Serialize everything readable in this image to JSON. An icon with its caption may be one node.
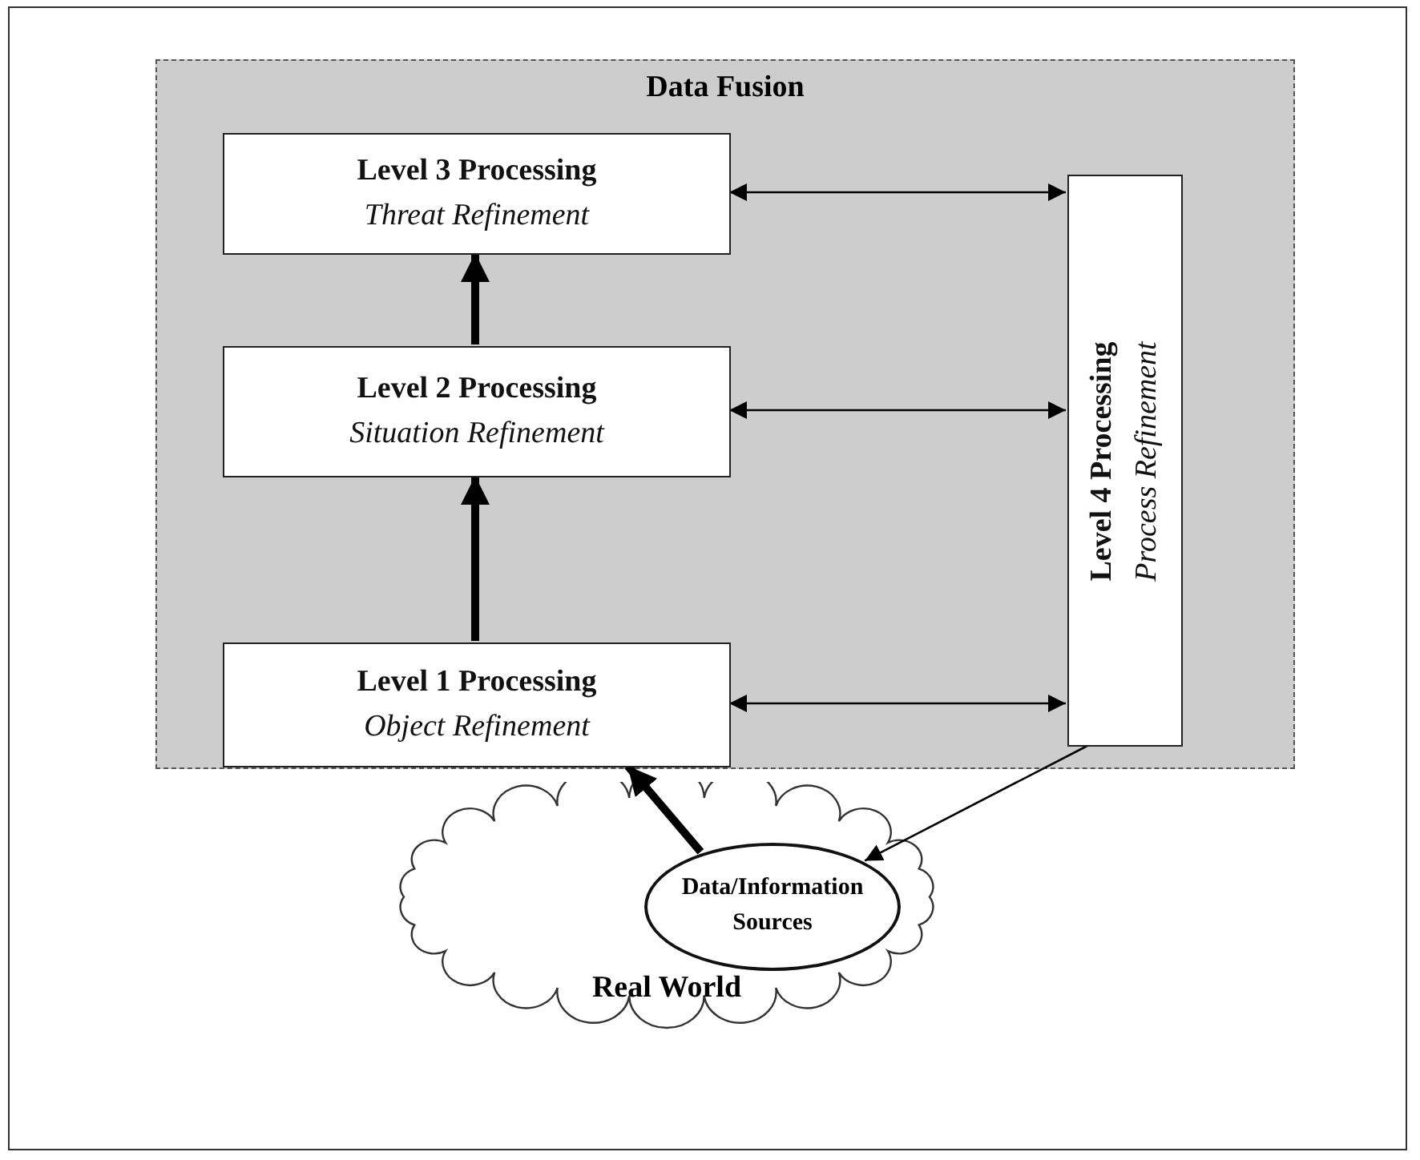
{
  "diagram": {
    "nodes": [
      {
        "text": [
          "Data Fusion"
        ]
      },
      {
        "text": [
          "Level 3 Processing",
          "Threat Refinement"
        ],
        "in": 0
      },
      {
        "text": [
          "Level 2 Processing",
          "Situation Refinement"
        ],
        "in": 0
      },
      {
        "text": [
          "Level 1 Processing",
          "Object Refinement"
        ],
        "in": 0
      },
      {
        "text": [
          "Level 4 Processing",
          "Process Refinement"
        ],
        "in": 0
      },
      {
        "text": [
          "Real World"
        ]
      },
      {
        "text": [
          "Data/Information Sources"
        ],
        "in": 5
      }
    ],
    "edges": [
      {
        "from": 2,
        "to": 1,
        "arrow": "to",
        "style": "thick"
      },
      {
        "from": 3,
        "to": 2,
        "arrow": "to",
        "style": "thick"
      },
      {
        "from": 1,
        "to": 4,
        "arrow": "both"
      },
      {
        "from": 2,
        "to": 4,
        "arrow": "both"
      },
      {
        "from": 3,
        "to": 4,
        "arrow": "both"
      },
      {
        "from": 6,
        "to": 3,
        "arrow": "to",
        "style": "thick"
      },
      {
        "from": 4,
        "to": 6,
        "arrow": "to"
      }
    ]
  }
}
